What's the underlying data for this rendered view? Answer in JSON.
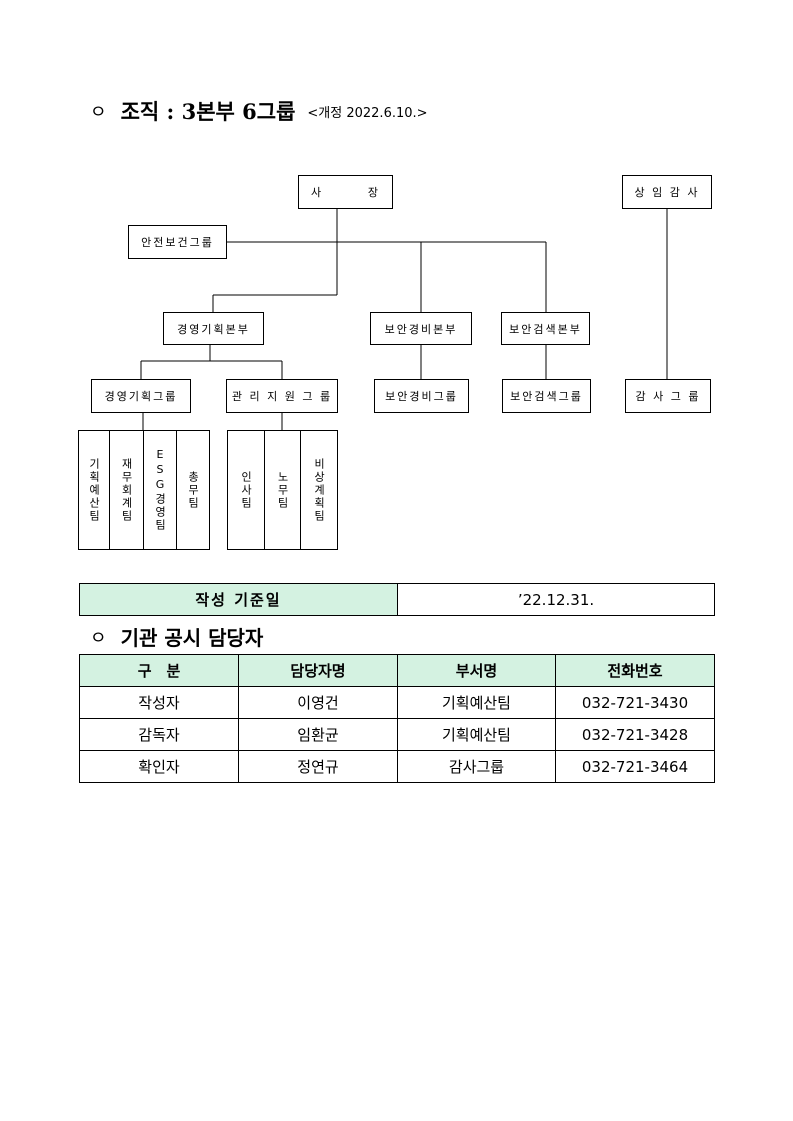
{
  "headings": {
    "org_title": "조직 : 3본부 6그룹",
    "org_revision": "<개정 2022.6.10.>",
    "contact_title": "기관 공시 담당자",
    "bullet": "ㅇ"
  },
  "org": {
    "ceo": [
      "사",
      "장"
    ],
    "auditor": "상 임 감 사",
    "safety": "안전보건그룹",
    "divisions": {
      "mgmt": "경영기획본부",
      "security": "보안경비본부",
      "screening": "보안검색본부"
    },
    "groups": {
      "mgmt_plan": "경영기획그룹",
      "admin": "관 리 지 원 그 룹",
      "security": "보안경비그룹",
      "screening": "보안검색그룹",
      "audit": "감 사 그 룹"
    },
    "teams_mgmt": [
      "기획예산팀",
      "재무회계팀",
      "ESG경영팀",
      "총무팀"
    ],
    "teams_admin": [
      "인사팀",
      "노무팀",
      "비상계획팀"
    ]
  },
  "basis": {
    "label": "작성 기준일",
    "value": "’22.12.31."
  },
  "contacts": {
    "headers": [
      "구　분",
      "담당자명",
      "부서명",
      "전화번호"
    ],
    "rows": [
      [
        "작성자",
        "이영건",
        "기획예산팀",
        "032-721-3430"
      ],
      [
        "감독자",
        "임환균",
        "기획예산팀",
        "032-721-3428"
      ],
      [
        "확인자",
        "정연규",
        "감사그룹",
        "032-721-3464"
      ]
    ]
  }
}
